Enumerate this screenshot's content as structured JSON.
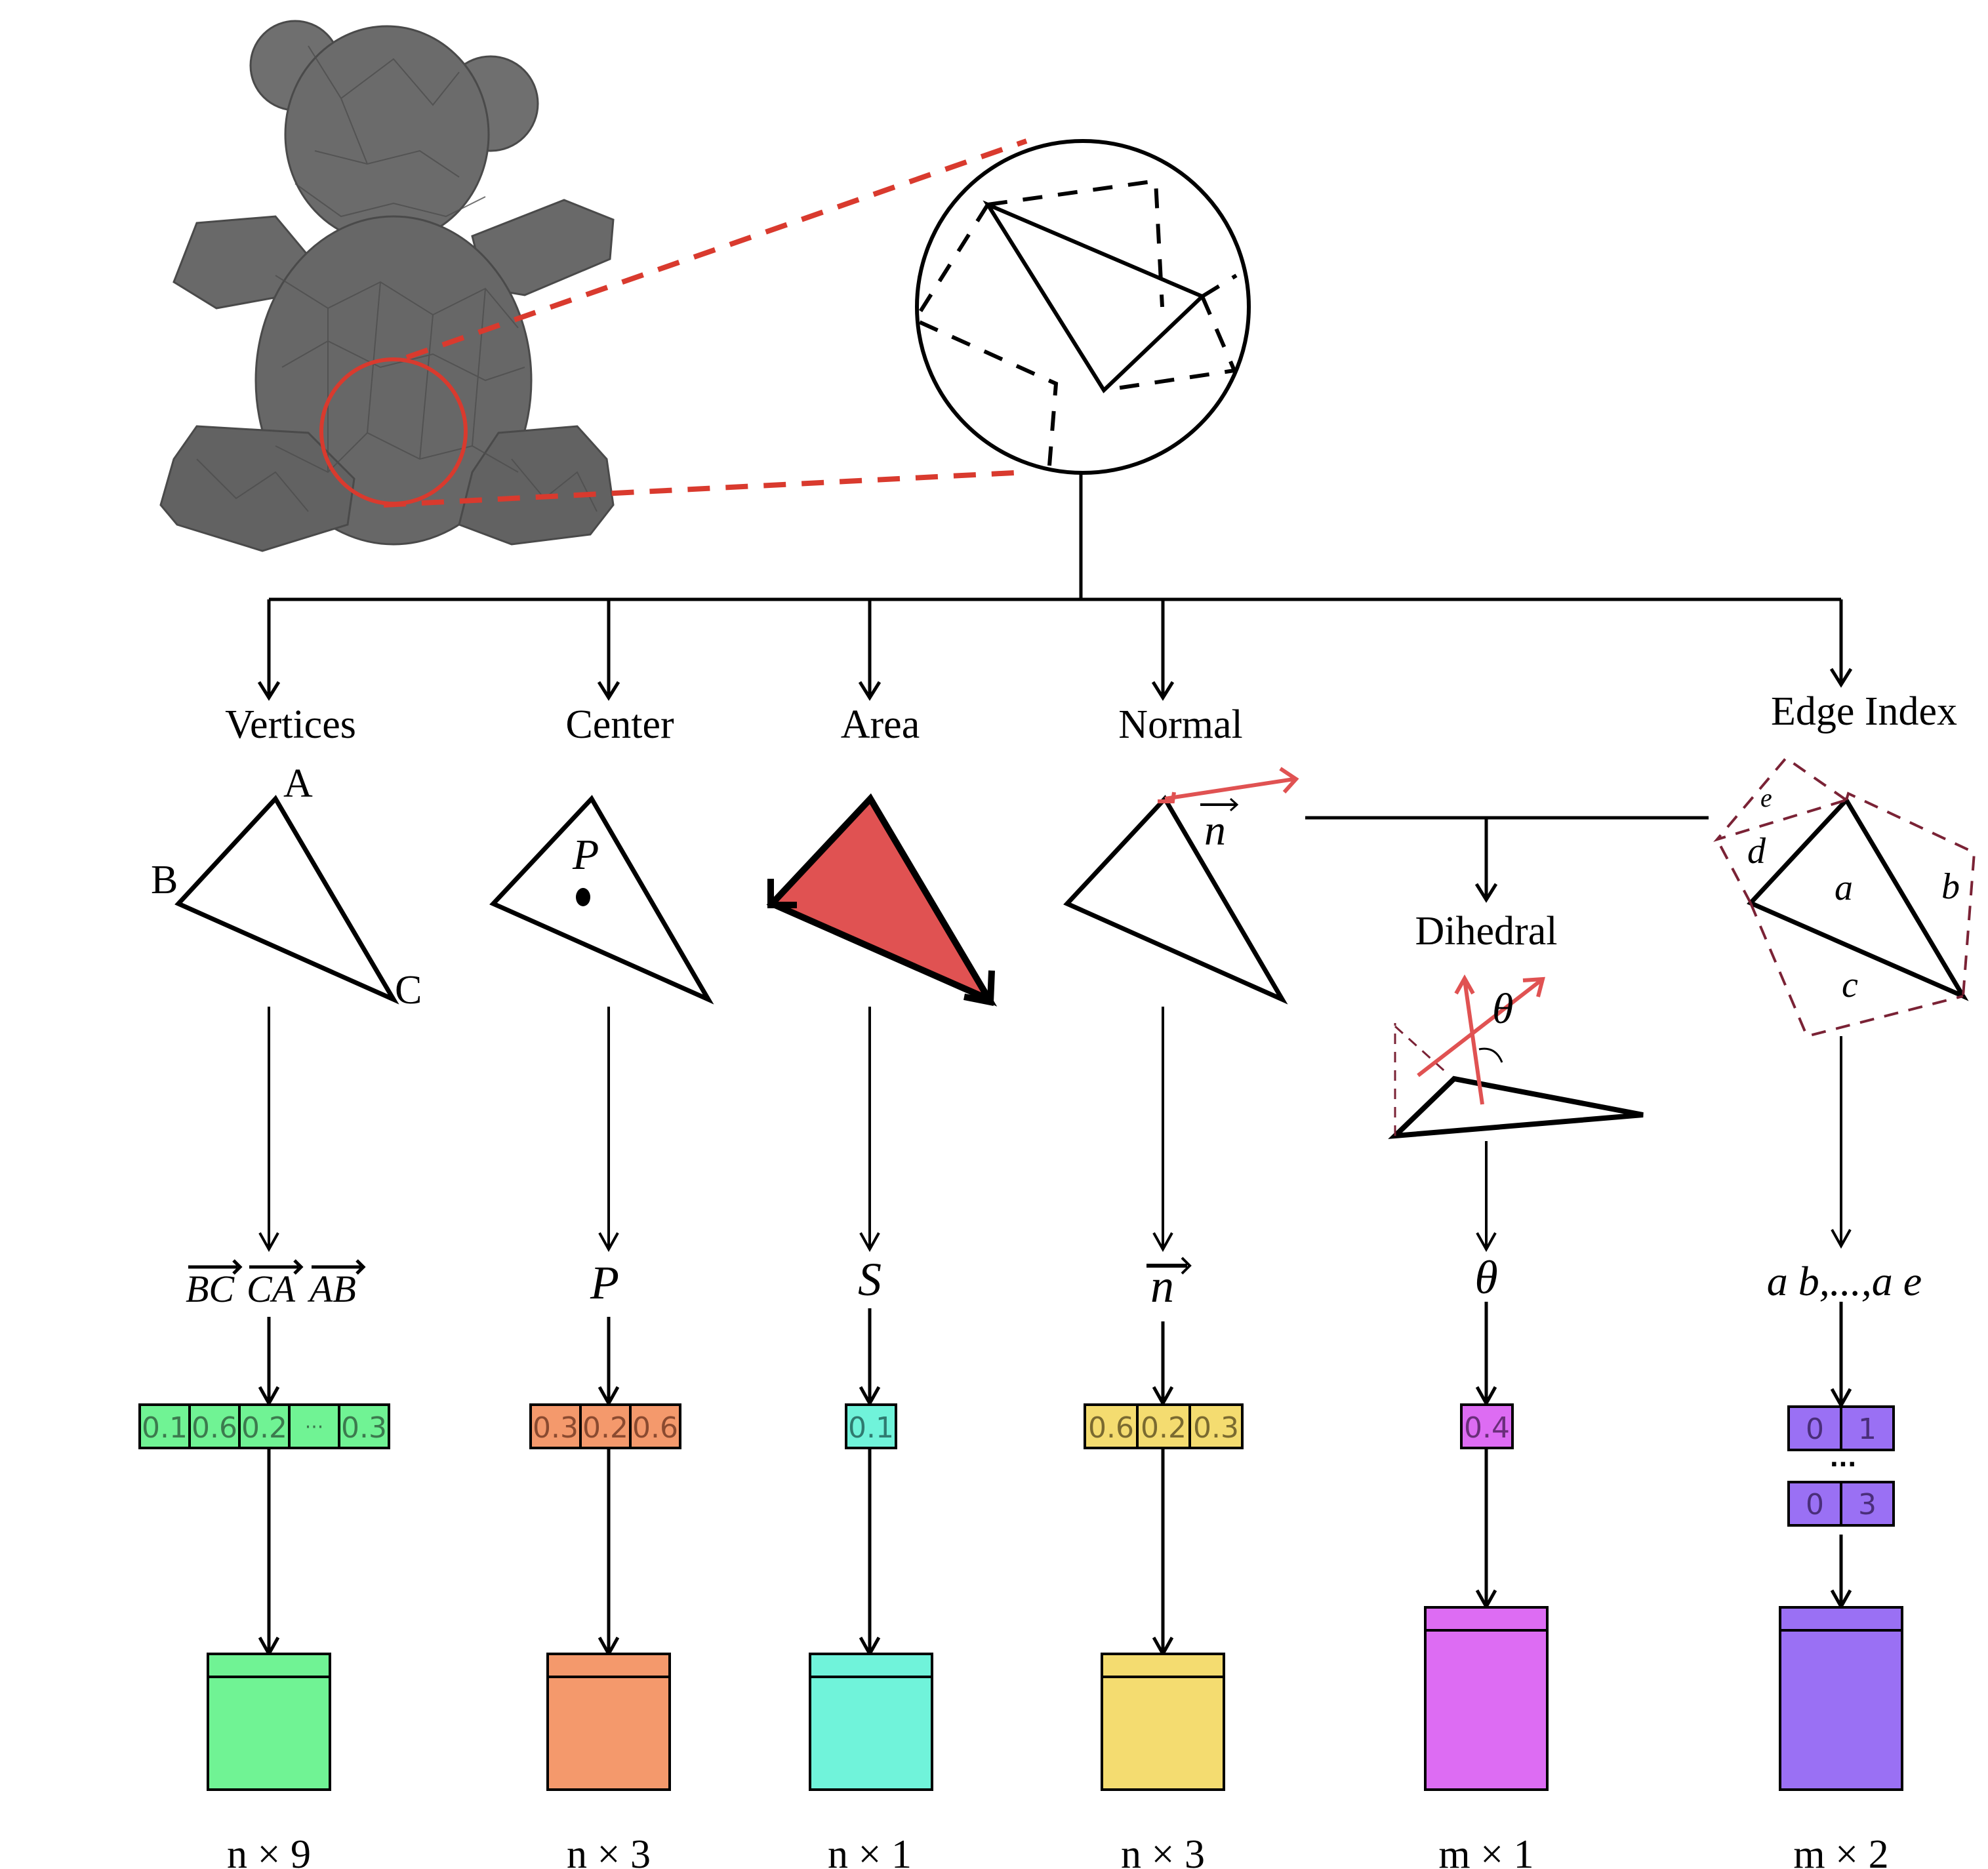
{
  "figure": {
    "source_mesh": {
      "name": "teddy-bear-mesh",
      "highlight_color": "#d93a2e",
      "mesh_color": "#6b6b6b"
    },
    "zoom_circle": {
      "description": "zoomed triangle face with neighboring faces (dashed)"
    },
    "colors": {
      "vertices": "#70f394",
      "center": "#f4996c",
      "area": "#70f3da",
      "normal": "#f4dc70",
      "dihedral": "#dd6cf3",
      "edge_index": "#9a70f4",
      "area_fill": "#e05252",
      "red_arrow": "#e05252",
      "dashed_neighbor": "#7a2235"
    },
    "branches": [
      {
        "label": "Vertices",
        "vertex_labels": [
          "A",
          "B",
          "C"
        ],
        "symbol": "BC CA AB",
        "symbol_parts": [
          "BC",
          "CA",
          "AB"
        ],
        "vector_cells": [
          "0.1",
          "0.6",
          "0.2",
          "···",
          "0.3"
        ],
        "dim": "n × 9"
      },
      {
        "label": "Center",
        "point_label": "P",
        "symbol": "P",
        "vector_cells": [
          "0.3",
          "0.2",
          "0.6"
        ],
        "dim": "n × 3"
      },
      {
        "label": "Area",
        "symbol": "S",
        "vector_cells": [
          "0.1"
        ],
        "dim": "n × 1"
      },
      {
        "label": "Normal",
        "arrow_label": "n",
        "symbol": "n",
        "vector_cells": [
          "0.6",
          "0.2",
          "0.3"
        ],
        "dim": "n × 3"
      },
      {
        "label": "Dihedral",
        "angle_label": "θ",
        "symbol": "θ",
        "vector_cells": [
          "0.4"
        ],
        "dim": "m × 1"
      },
      {
        "label": "Edge Index",
        "edge_labels": [
          "a",
          "b",
          "c",
          "d",
          "e"
        ],
        "symbol": "a b,...,a e",
        "pair_rows": [
          [
            "0",
            "1"
          ],
          [
            "0",
            "3"
          ]
        ],
        "ellipsis": "···",
        "dim": "m × 2"
      }
    ]
  }
}
